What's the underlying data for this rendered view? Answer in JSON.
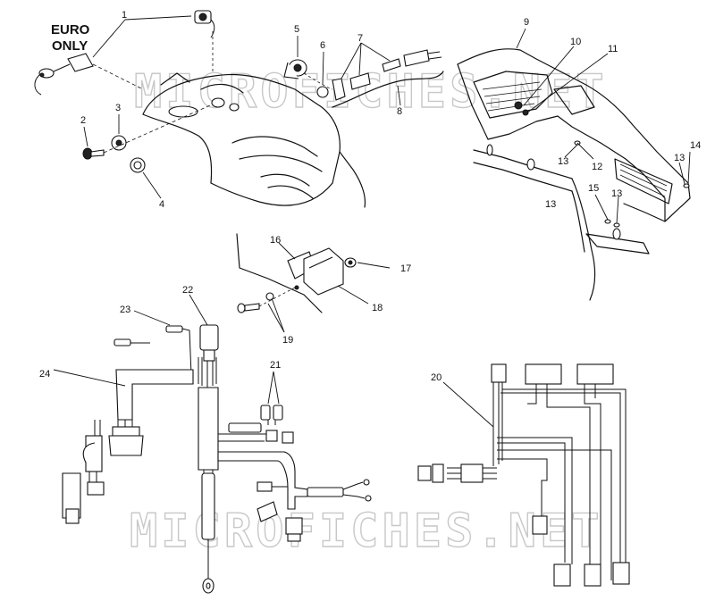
{
  "note": [
    "EURO",
    "ONLY"
  ],
  "watermark": "MICROFICHES.NET",
  "callouts": [
    "1",
    "2",
    "3",
    "4",
    "5",
    "6",
    "7",
    "8",
    "9",
    "10",
    "11",
    "12",
    "13",
    "13",
    "13",
    "13",
    "14",
    "15",
    "16",
    "17",
    "18",
    "19",
    "20",
    "21",
    "22",
    "23",
    "24"
  ]
}
